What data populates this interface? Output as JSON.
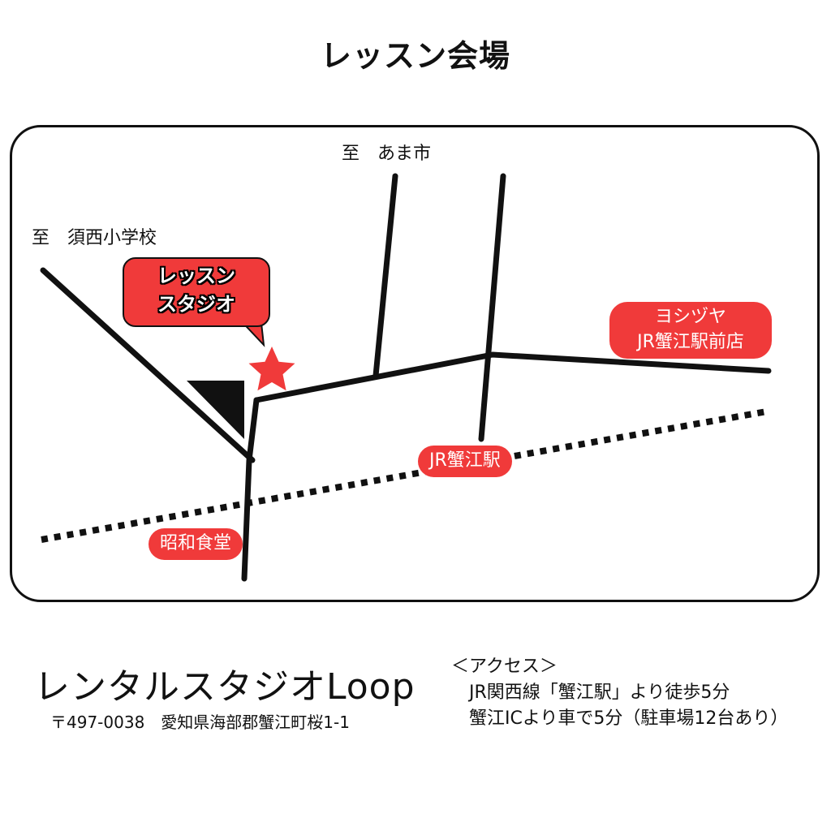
{
  "title": "レッスン会場",
  "map": {
    "direction_labels": {
      "ama": "至　あま市",
      "sunasai": "至　須西小学校"
    },
    "studio_bubble": [
      "レッスン",
      "スタジオ"
    ],
    "landmarks": {
      "yoshizuya": [
        "ヨシヅヤ",
        "JR蟹江駅前店"
      ],
      "station": "JR蟹江駅",
      "showa": "昭和食堂"
    },
    "colors": {
      "accent": "#f03a3a",
      "road": "#111111"
    },
    "icons": {
      "studio_marker": "red-star-icon",
      "landmark_triangle": "black-triangle-icon"
    }
  },
  "studio": {
    "name": "レンタルスタジオLoop",
    "address": "〒497-0038　愛知県海部郡蟹江町桜1-1"
  },
  "access": {
    "heading": "＜アクセス＞",
    "lines": [
      "JR関西線「蟹江駅」より徒歩5分",
      "蟹江ICより車で5分（駐車場12台あり）"
    ]
  }
}
